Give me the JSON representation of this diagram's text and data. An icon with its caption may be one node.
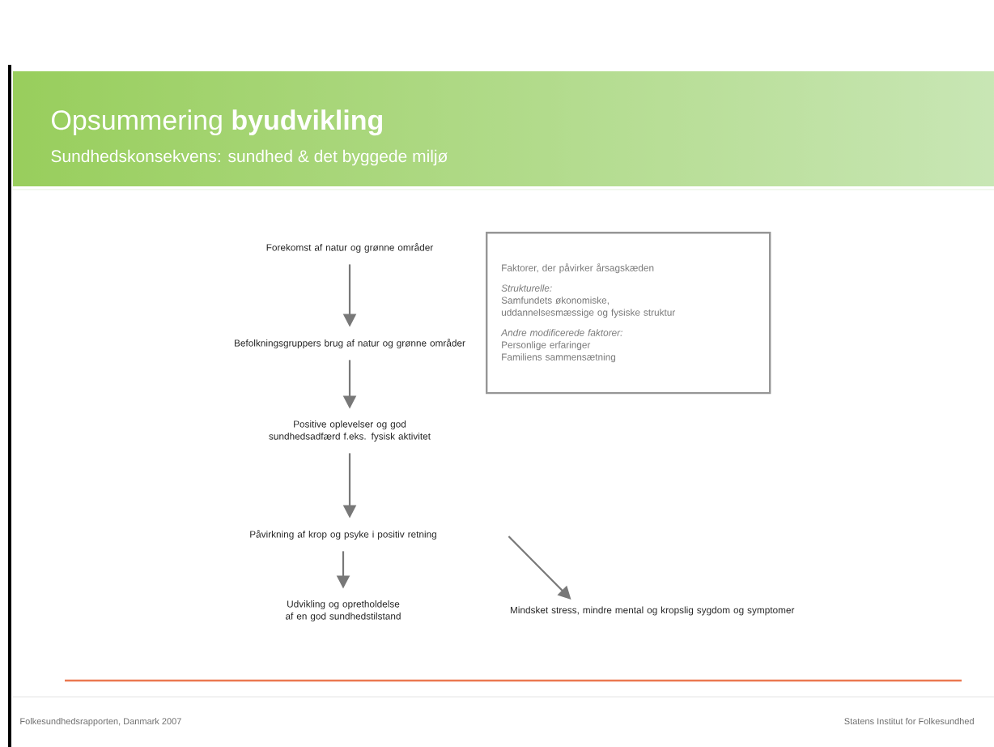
{
  "diagram": {
    "title": "Opsummering **byudvikling**",
    "nodes": [
      {
        "text": [
          "Forekomst af natur og grønne områder"
        ]
      },
      {
        "text": [
          "Befolkningsgruppers brug af natur og grønne områder"
        ]
      },
      {
        "text": [
          "Positive oplevelser og god sundhedsadfærd f.eks. fysisk aktivitet"
        ]
      },
      {
        "text": [
          "Påvirkning af krop og psyke i positiv retning"
        ]
      },
      {
        "text": [
          "Udvikling og opretholdelse af en god sundhedstilstand"
        ]
      },
      {
        "text": [
          "Mindsket stress, mindre mental og kropslig sygdom og symptomer"
        ]
      },
      {
        "text": [
          "Faktorer, der påvirker årsagskæden",
          "Strukturelle:",
          "Samfundets økonomiske, uddannelsesmæssige og fysiske struktur",
          "Andre modificerede faktorer:",
          "Personlige erfaringer",
          "Familiens sammensætning"
        ]
      }
    ],
    "edges": [
      {
        "from": 0,
        "to": 1,
        "arrow": "to"
      },
      {
        "from": 1,
        "to": 2,
        "arrow": "to"
      },
      {
        "from": 2,
        "to": 3,
        "arrow": "to"
      },
      {
        "from": 3,
        "to": 4,
        "arrow": "to"
      },
      {
        "from": 3,
        "to": 5,
        "arrow": "to"
      }
    ],
    "labels": [
      "Sundhedskonsekvens: sundhed & det byggede miljø",
      "Folkesundhedsrapporten, Danmark 2007",
      "Statens Institut for Folkesundhed"
    ]
  }
}
